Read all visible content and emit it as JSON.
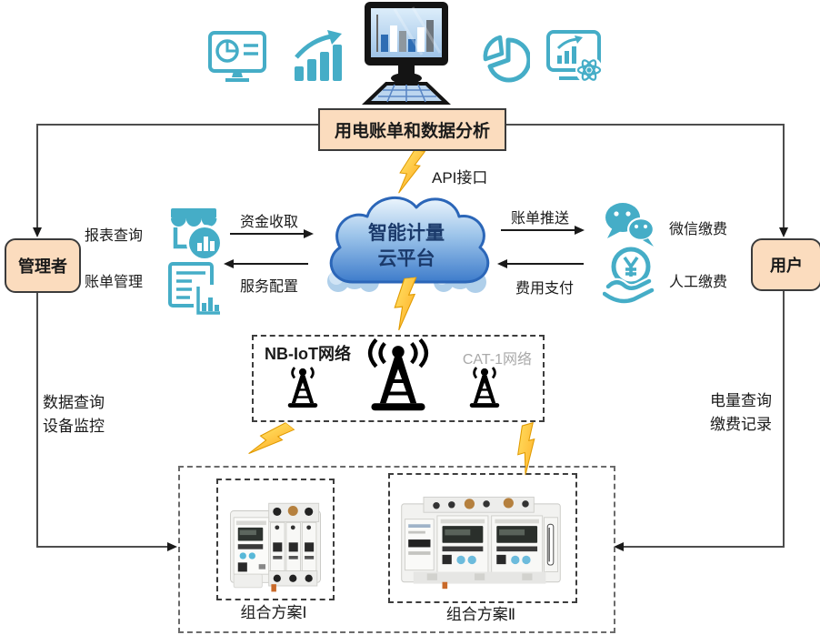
{
  "header": {
    "title": "用电账单和数据分析",
    "icons": [
      "monitor-pie-icon",
      "trend-bars-icon",
      "computer-analytics-icon",
      "pie-chart-icon",
      "board-atom-icon"
    ]
  },
  "cloud": {
    "line1": "智能计量",
    "line2": "云平台",
    "api_label": "API接口"
  },
  "admin": {
    "label": "管理者",
    "items": [
      {
        "label": "报表查询",
        "icon": "storefront-chart-icon"
      },
      {
        "label": "账单管理",
        "icon": "document-chart-icon"
      }
    ],
    "side_note": [
      "数据查询",
      "设备监控"
    ]
  },
  "user": {
    "label": "用户",
    "items": [
      {
        "label": "微信缴费",
        "icon": "wechat-icon"
      },
      {
        "label": "人工缴费",
        "icon": "yen-hand-icon"
      }
    ],
    "side_note": [
      "电量查询",
      "缴费记录"
    ]
  },
  "flows": {
    "fund_collect": "资金收取",
    "service_config": "服务配置",
    "bill_push": "账单推送",
    "fee_pay": "费用支付"
  },
  "network": {
    "title": "NB-IoT网络",
    "subtitle": "CAT-1网络",
    "towers": [
      "radio-tower-icon",
      "radio-tower-icon",
      "radio-tower-icon"
    ]
  },
  "solutions": [
    {
      "label": "组合方案Ⅰ"
    },
    {
      "label": "组合方案Ⅱ"
    }
  ],
  "colors": {
    "teal": "#45ADC7",
    "peach": "#FBDCBE",
    "box_border": "#3B3B3B",
    "cloud_text": "#1B3A6B",
    "lightning": "#FFC01E",
    "gray_text": "#A9A9A9",
    "line": "#4D4D4D"
  }
}
